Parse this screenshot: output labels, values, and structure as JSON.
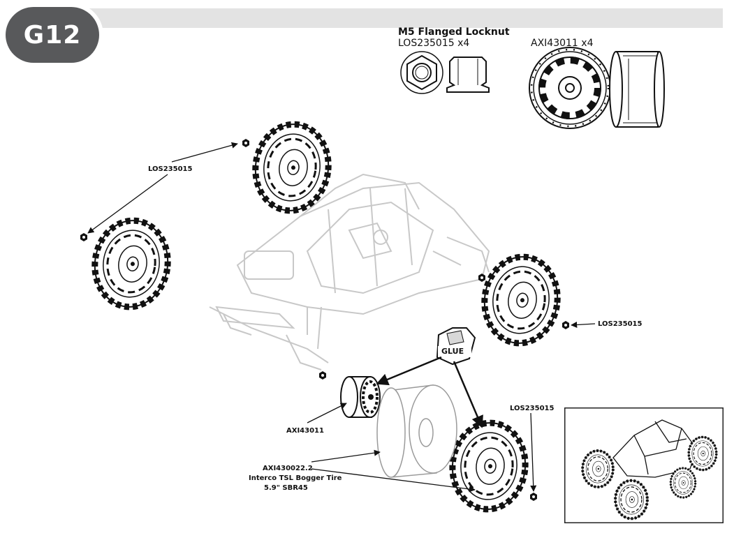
{
  "step": {
    "label": "G12"
  },
  "parts": {
    "nut_title": "M5 Flanged Locknut",
    "nut_code": "LOS235015 x4",
    "wheel_code": "AXI43011 x4"
  },
  "callouts": {
    "locknut_top": "LOS235015",
    "locknut_right": "LOS235015",
    "locknut_bottom": "LOS235015",
    "wheel": "AXI43011",
    "tire_code": "AXI430022.2",
    "tire_name": "Interco TSL Bogger Tire",
    "tire_size": "5.9\" SBR45",
    "glue": "GLUE"
  }
}
